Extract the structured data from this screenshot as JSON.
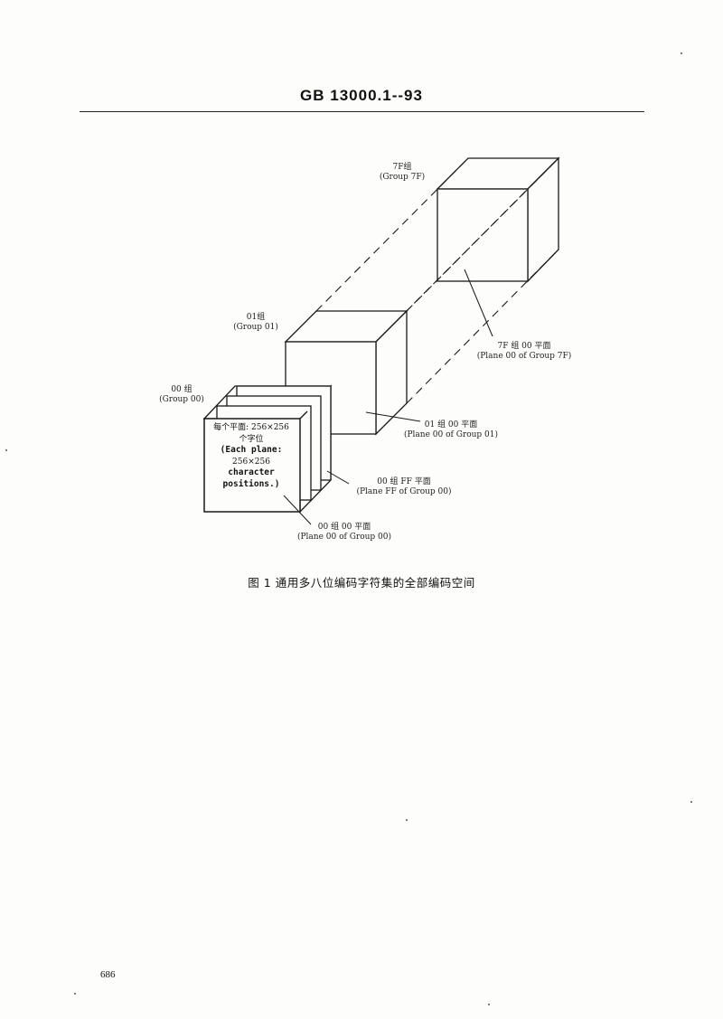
{
  "header": {
    "title": "GB  13000.1--93"
  },
  "figure": {
    "labels": {
      "group_7f": "7F组",
      "group_7f_en": "(Group 7F)",
      "group_01": "01组",
      "group_01_en": "(Group 01)",
      "group_00": "00 组",
      "group_00_en": "(Group 00)",
      "plane_00_group_7f": "7F 组 00 平面",
      "plane_00_group_7f_en": "(Plane 00 of Group 7F)",
      "plane_00_group_01": "01 组 00 平面",
      "plane_00_group_01_en": "(Plane 00 of Group 01)",
      "plane_ff_group_00": "00 组 FF 平面",
      "plane_ff_group_00_en": "(Plane FF of Group 00)",
      "plane_00_group_00": "00 组 00 平面",
      "plane_00_group_00_en": "(Plane 00 of Group 00)"
    },
    "plane_box": {
      "line1": "每个平面: 256×256",
      "line2": "个字位",
      "line3": "(Each plane:",
      "line4": "256×256",
      "line5": "character",
      "line6": "positions.)"
    },
    "caption": "图 1   通用多八位编码字符集的全部编码空间"
  },
  "footer": {
    "page_number": "686"
  }
}
